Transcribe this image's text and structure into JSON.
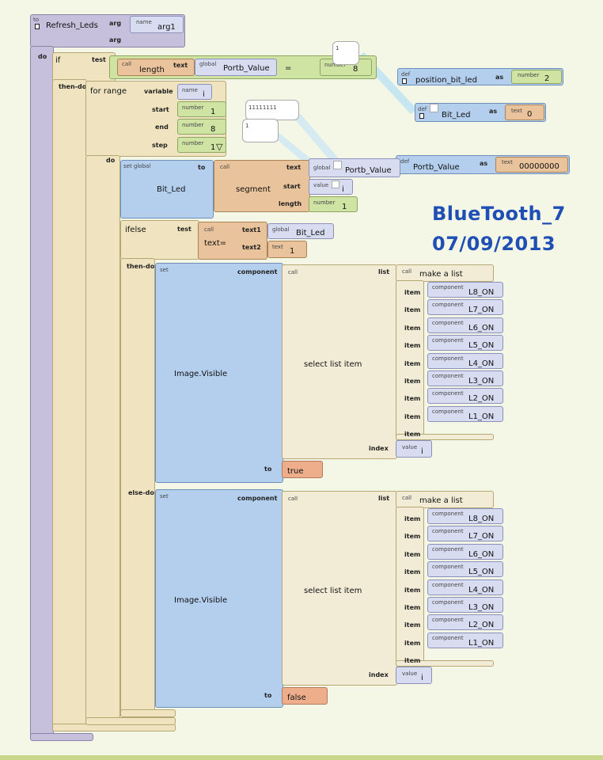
{
  "procedure": {
    "to": "to",
    "name": "Refresh_Leds",
    "arg": "arg",
    "param_label": "name",
    "param": "arg1",
    "do": "do"
  },
  "if": {
    "label": "if",
    "test": "test",
    "then_do": "then-do",
    "call": "call",
    "length": "length",
    "text": "text",
    "global": "global",
    "var": "Portb_Value",
    "eq": "=",
    "number": "number",
    "num_val": "8",
    "bubble": "1"
  },
  "defs": {
    "pos": {
      "def": "def",
      "name": "position_bit_led",
      "as": "as",
      "type": "number",
      "value": "2"
    },
    "bitled": {
      "def": "def",
      "name": "Bit_Led",
      "as": "as",
      "type": "text",
      "value": "0"
    },
    "portb": {
      "def": "def",
      "name": "Portb_Value",
      "as": "as",
      "type": "text",
      "value": "00000000"
    }
  },
  "for": {
    "label": "for range",
    "variable": "variable",
    "name_label": "name",
    "var": "i",
    "start": "start",
    "end": "end",
    "step": "step",
    "number": "number",
    "start_val": "1",
    "end_val": "8",
    "step_val": "1",
    "do": "do",
    "bubble1": "11111111",
    "bubble2": "1"
  },
  "setbit": {
    "set_global": "set global",
    "to": "to",
    "name": "Bit_Led",
    "call": "call",
    "segment": "segment",
    "text": "text",
    "global": "global",
    "var": "Portb_Value",
    "start": "start",
    "value_label": "value",
    "var_i": "i",
    "length": "length",
    "number": "number",
    "len_val": "1"
  },
  "ifelse": {
    "label": "ifelse",
    "test": "test",
    "call": "call",
    "texteq": "text=",
    "text1": "text1",
    "text2": "text2",
    "global": "global",
    "var": "Bit_Led",
    "text_label": "text",
    "text2_val": "1",
    "then_do": "then-do",
    "else_do": "else-do"
  },
  "sets": [
    {
      "set": "set",
      "component": "component",
      "name": "Image.Visible",
      "call": "call",
      "select": "select list item",
      "list": "list",
      "make": "make a list",
      "item": "item",
      "index": "index",
      "value_label": "value",
      "idx": "i",
      "to": "to",
      "to_val": "true"
    },
    {
      "set": "set",
      "component": "component",
      "name": "Image.Visible",
      "call": "call",
      "select": "select list item",
      "list": "list",
      "make": "make a list",
      "item": "item",
      "index": "index",
      "value_label": "value",
      "idx": "i",
      "to": "to",
      "to_val": "false"
    }
  ],
  "components": [
    "L8_ON",
    "L7_ON",
    "L6_ON",
    "L5_ON",
    "L4_ON",
    "L3_ON",
    "L2_ON",
    "L1_ON"
  ],
  "component_label": "component",
  "stamp": {
    "line1": "BlueTooth_7",
    "line2": "07/09/2013"
  }
}
